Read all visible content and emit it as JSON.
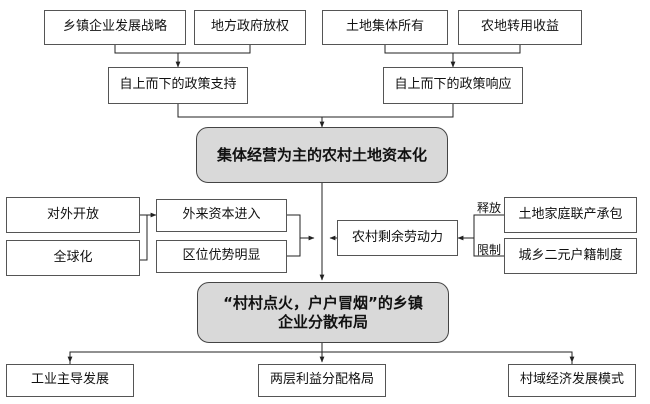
{
  "nodes": {
    "township_strategy": "乡镇企业发展战略",
    "local_gov_delegation": "地方政府放权",
    "land_collective": "土地集体所有",
    "farmland_income": "农地转用收益",
    "policy_support": "自上而下的政策支持",
    "policy_response": "自上而下的政策响应",
    "capitalization": "集体经营为主的农村土地资本化",
    "opening_up": "对外开放",
    "globalization": "全球化",
    "foreign_capital": "外来资本进入",
    "location_advantage": "区位优势明显",
    "surplus_labor": "农村剩余劳动力",
    "household_contract": "土地家庭联产承包",
    "hukou": "城乡二元户籍制度",
    "dispersed_layout_line1": "“村村点火，户户冒烟”的乡镇",
    "dispersed_layout_line2": "企业分散布局",
    "industry_led": "工业主导发展",
    "two_tier_benefit": "两层利益分配格局",
    "village_economy": "村域经济发展模式"
  },
  "edge_labels": {
    "release": "释放",
    "restrict": "限制"
  }
}
